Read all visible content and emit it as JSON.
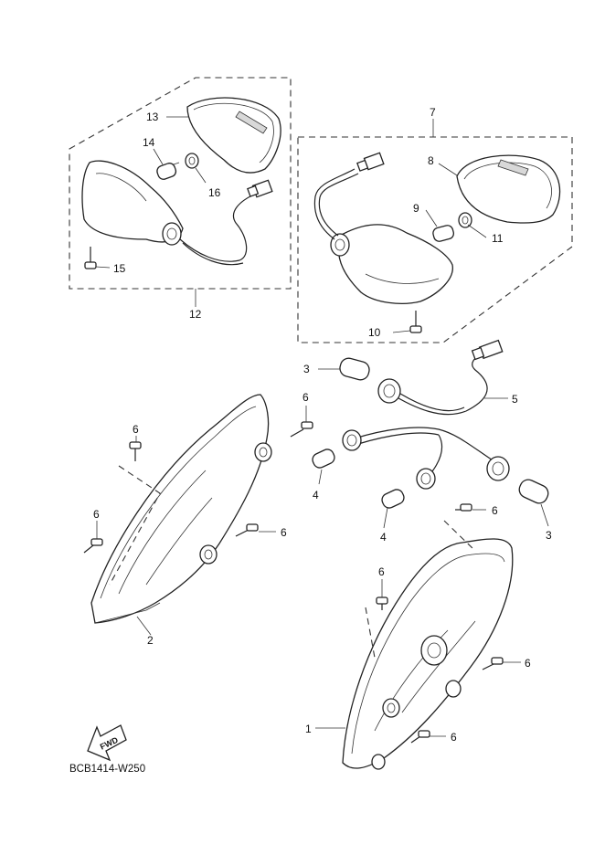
{
  "diagram": {
    "code": "BCB1414-W250",
    "forward_label": "FWD",
    "callouts": {
      "c1": "1",
      "c2": "2",
      "c3a": "3",
      "c3b": "3",
      "c4a": "4",
      "c4b": "4",
      "c5": "5",
      "c6a": "6",
      "c6b": "6",
      "c6c": "6",
      "c6d": "6",
      "c6e": "6",
      "c6f": "6",
      "c6g": "6",
      "c6h": "6",
      "c7": "7",
      "c8": "8",
      "c9": "9",
      "c10": "10",
      "c11": "11",
      "c12": "12",
      "c13": "13",
      "c14": "14",
      "c15": "15",
      "c16": "16"
    }
  }
}
